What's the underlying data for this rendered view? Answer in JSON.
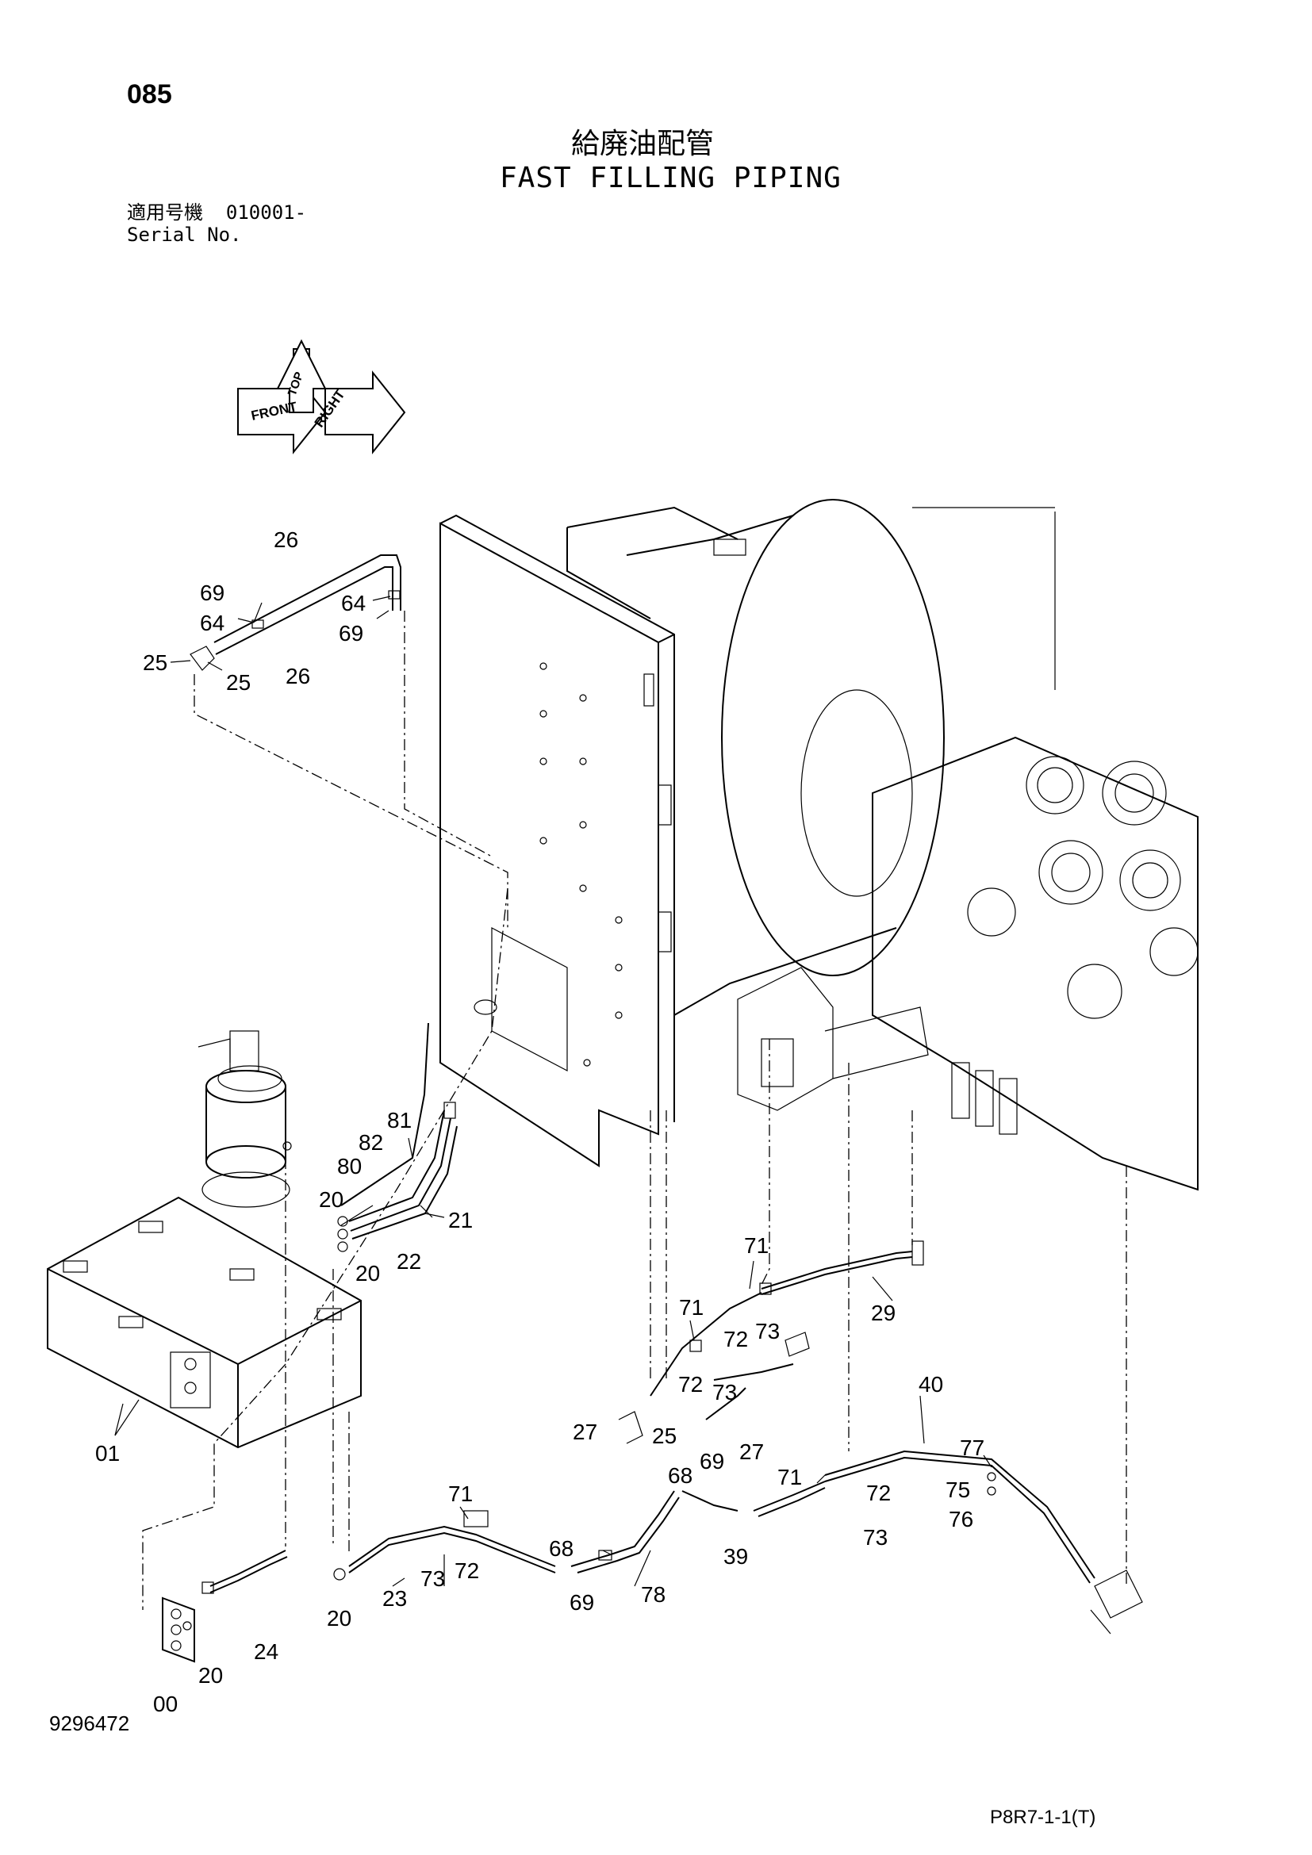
{
  "header": {
    "page_number": "085",
    "title_jp": "給廃油配管",
    "title_en": "FAST FILLING PIPING",
    "serial_label_jp": "適用号機",
    "serial_value": "010001-",
    "serial_label_en": "Serial No."
  },
  "orientation": {
    "front": "FRONT",
    "right": "RIGHT",
    "top": "TOP"
  },
  "callouts": {
    "c26a": "26",
    "c69a": "69",
    "c64a": "64",
    "c25a": "25",
    "c25b": "25",
    "c26b": "26",
    "c64b": "64",
    "c69b": "69",
    "c81": "81",
    "c82": "82",
    "c80": "80",
    "c20a": "20",
    "c21": "21",
    "c22": "22",
    "c20b": "20",
    "c01": "01",
    "c71a": "71",
    "c29": "29",
    "c71b": "71",
    "c72a": "72",
    "c73a": "73",
    "c72b": "72",
    "c73b": "73",
    "c27a": "27",
    "c25c": "25",
    "c27b": "27",
    "c40": "40",
    "c77": "77",
    "c75": "75",
    "c76": "76",
    "c68a": "68",
    "c69c": "69",
    "c71c": "71",
    "c72c": "72",
    "c73c": "73",
    "c71d": "71",
    "c39": "39",
    "c68b": "68",
    "c73d": "73",
    "c72d": "72",
    "c69d": "69",
    "c78": "78",
    "c23": "23",
    "c20c": "20",
    "c24": "24",
    "c20d": "20",
    "c00": "00"
  },
  "footer": {
    "doc_number": "9296472",
    "page_code": "P8R7-1-1(T)"
  }
}
